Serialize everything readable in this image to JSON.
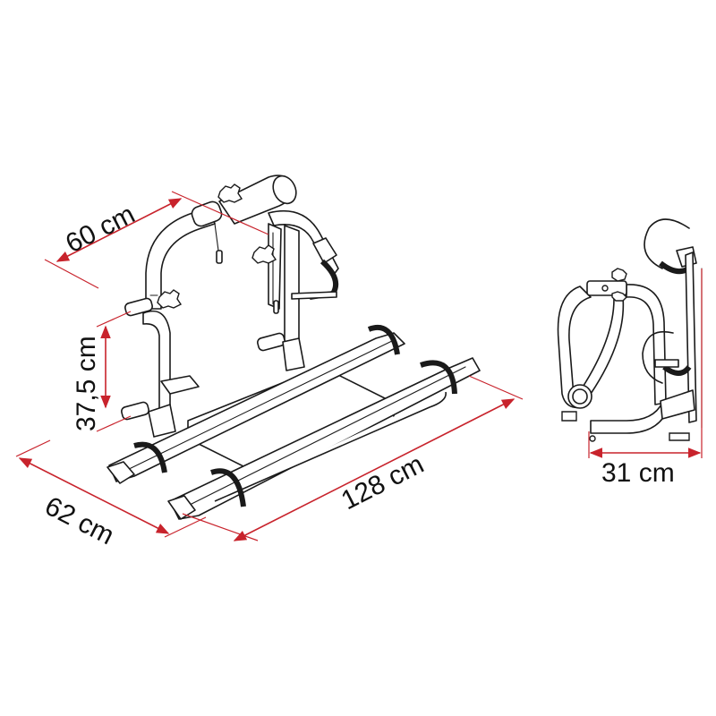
{
  "diagram": {
    "subject": "Bike carrier rack technical dimension drawing",
    "views": [
      {
        "name": "perspective-view"
      },
      {
        "name": "side-view"
      }
    ],
    "dimensions": {
      "depth_top": {
        "label": "60 cm"
      },
      "height": {
        "label": "37,5 cm"
      },
      "width": {
        "label": "62 cm"
      },
      "length": {
        "label": "128 cm"
      },
      "side_depth": {
        "label": "31 cm"
      }
    },
    "colors": {
      "dimension_line": "#c8232c",
      "drawing_line": "#1a1a1a",
      "background": "#ffffff"
    }
  }
}
